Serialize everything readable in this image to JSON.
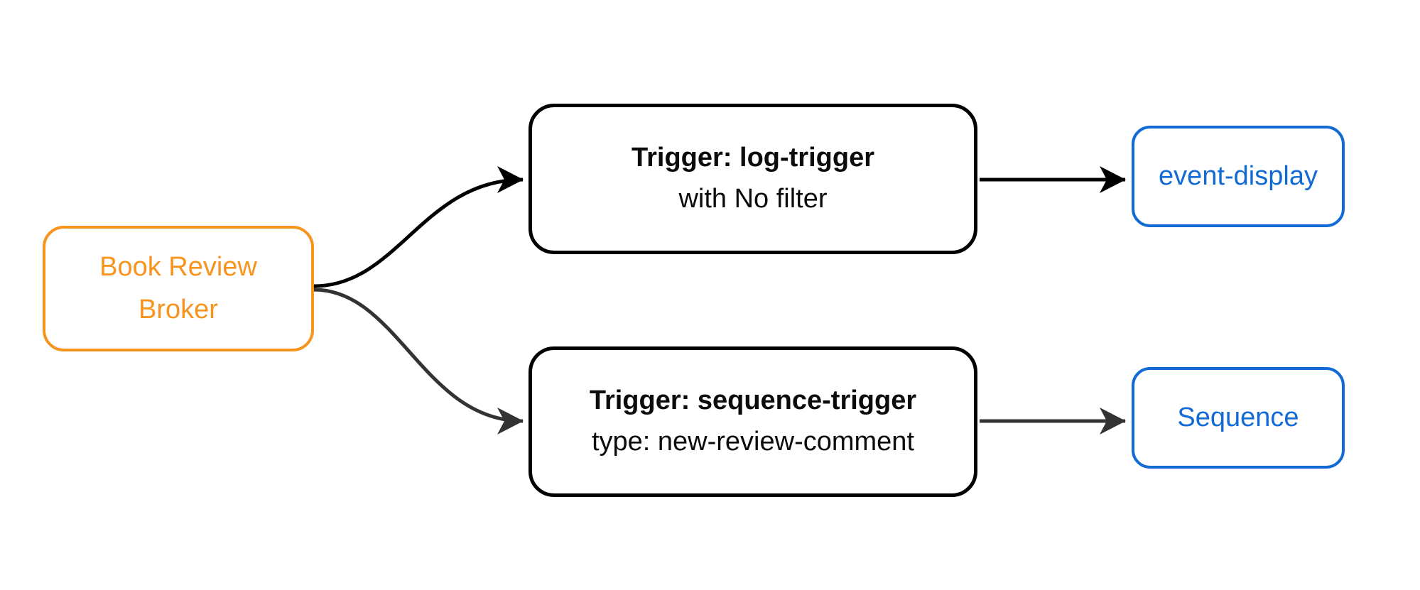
{
  "diagram": {
    "background": "#ffffff",
    "colors": {
      "broker_accent": "#F7941E",
      "output_accent": "#126BD4",
      "trigger_border": "#000000",
      "edge_black": "#000000",
      "edge_gray": "#333333"
    },
    "nodes": {
      "broker": {
        "line1": "Book Review",
        "line2": "Broker"
      },
      "log_trigger": {
        "title": "Trigger: log-trigger",
        "subtitle": "with No filter"
      },
      "sequence_trigger": {
        "title": "Trigger: sequence-trigger",
        "subtitle": "type: new-review-comment"
      },
      "event_display": {
        "label": "event-display"
      },
      "sequence": {
        "label": "Sequence"
      }
    },
    "edges": [
      {
        "name": "broker-to-log-trigger",
        "color": "#000000"
      },
      {
        "name": "broker-to-sequence-trigger",
        "color": "#333333"
      },
      {
        "name": "log-trigger-to-event-display",
        "color": "#000000"
      },
      {
        "name": "sequence-trigger-to-sequence",
        "color": "#333333"
      }
    ]
  }
}
